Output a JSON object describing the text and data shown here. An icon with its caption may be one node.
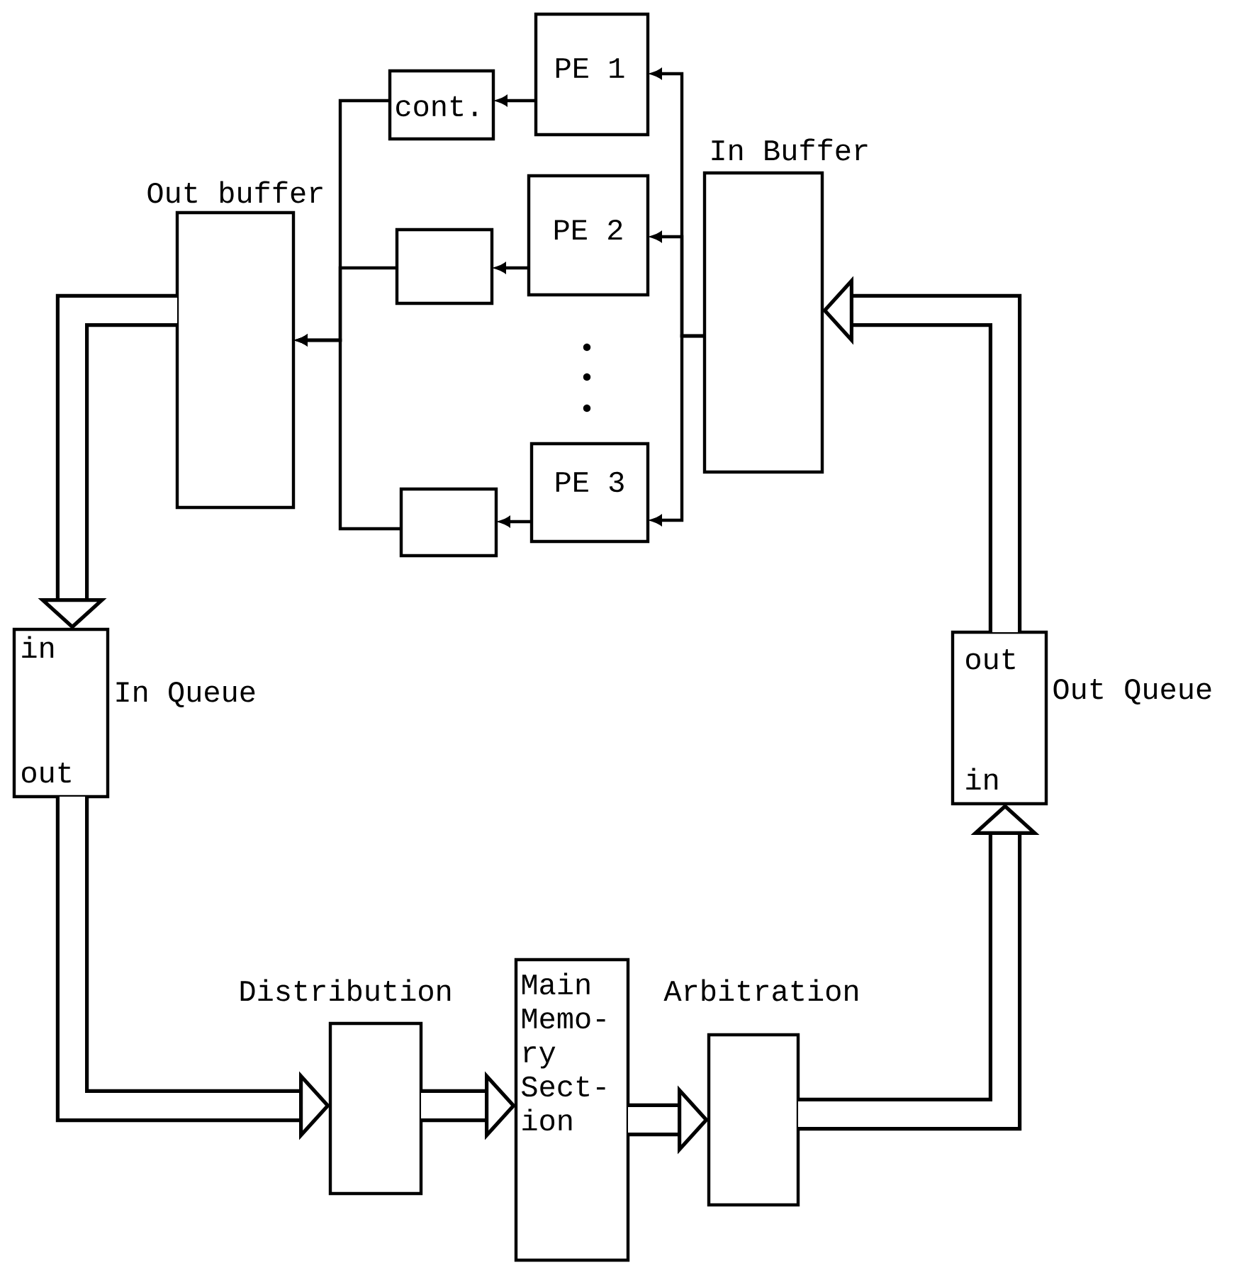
{
  "diagram": {
    "nodes": [
      {
        "text": [
          "PE 1"
        ]
      },
      {
        "text": [
          "cont."
        ]
      },
      {
        "text": [
          "PE 2"
        ]
      },
      {
        "text": [],
        "shape": "box"
      },
      {
        "text": [
          "PE 3"
        ]
      },
      {
        "text": [],
        "shape": "box"
      },
      {
        "text": [
          "Out buffer"
        ]
      },
      {
        "text": [
          "In Buffer"
        ]
      },
      {
        "text": [
          "in",
          "out"
        ],
        "beside": [
          "In Queue"
        ]
      },
      {
        "text": [
          "out",
          "in"
        ],
        "beside": [
          "Out Queue"
        ]
      },
      {
        "text": [
          "Distribution"
        ]
      },
      {
        "text": [
          "Main Memo- ry Sect- ion"
        ]
      },
      {
        "text": [
          "Arbitration"
        ]
      }
    ],
    "edges": [
      {
        "from": 7,
        "to": 0,
        "arrow": "to"
      },
      {
        "from": 7,
        "to": 2,
        "arrow": "to"
      },
      {
        "from": 7,
        "to": 4,
        "arrow": "to"
      },
      {
        "from": 0,
        "to": 1,
        "arrow": "to"
      },
      {
        "from": 2,
        "to": 3,
        "arrow": "to"
      },
      {
        "from": 4,
        "to": 5,
        "arrow": "to"
      },
      {
        "from": 1,
        "to": 6,
        "arrow": "to"
      },
      {
        "from": 3,
        "to": 6,
        "arrow": "to"
      },
      {
        "from": 5,
        "to": 6,
        "arrow": "to"
      },
      {
        "from": 6,
        "to": 8,
        "arrow": "to",
        "style": "thick"
      },
      {
        "from": 8,
        "to": 10,
        "arrow": "to",
        "style": "thick"
      },
      {
        "from": 10,
        "to": 11,
        "arrow": "to",
        "style": "thick"
      },
      {
        "from": 11,
        "to": 12,
        "arrow": "to",
        "style": "thick"
      },
      {
        "from": 12,
        "to": 9,
        "arrow": "to",
        "style": "thick"
      },
      {
        "from": 9,
        "to": 7,
        "arrow": "to",
        "style": "thick"
      }
    ]
  }
}
